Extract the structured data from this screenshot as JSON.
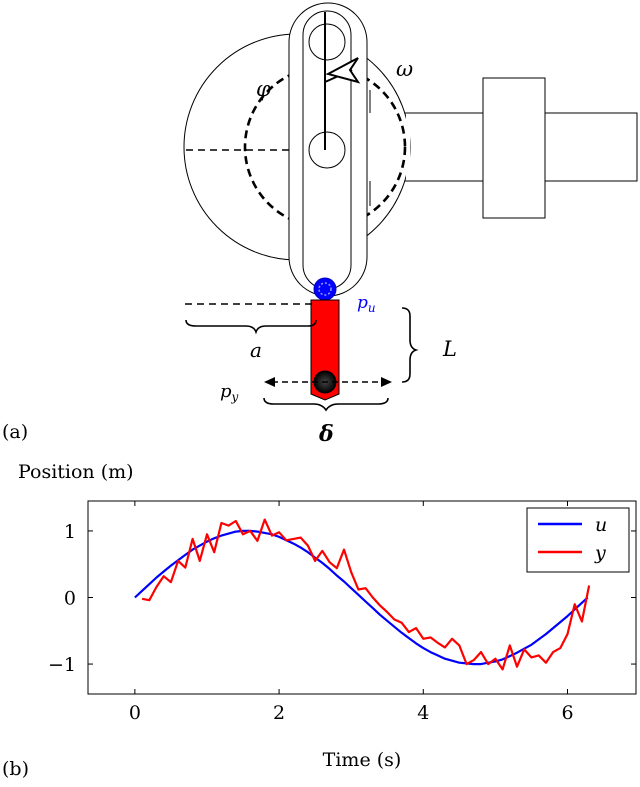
{
  "panel_a": {
    "tag": "(a)",
    "labels": {
      "phi": "φ",
      "omega": "ω",
      "p_u": "p",
      "p_u_sub": "u",
      "a": "a",
      "L": "L",
      "p_y": "p",
      "p_y_sub": "y",
      "delta": "δ"
    }
  },
  "panel_b": {
    "tag": "(b)"
  },
  "chart_data": {
    "type": "line",
    "ylabel": "Position (m)",
    "xlabel": "Time (s)",
    "xlim": [
      -0.65,
      6.95
    ],
    "ylim": [
      -1.45,
      1.45
    ],
    "x_ticks": [
      0,
      2,
      4,
      6
    ],
    "y_ticks": [
      -1,
      0,
      1
    ],
    "x_tick_labels": [
      "0",
      "2",
      "4",
      "6"
    ],
    "y_tick_labels": [
      "−1",
      "0",
      "1"
    ],
    "grid": false,
    "legend_position": "top-right",
    "series": [
      {
        "name": "u",
        "color": "#0000ff",
        "x": [
          0,
          0.1,
          0.2,
          0.3,
          0.4,
          0.5,
          0.6,
          0.7,
          0.8,
          0.9,
          1.0,
          1.1,
          1.2,
          1.3,
          1.4,
          1.5,
          1.6,
          1.7,
          1.8,
          1.9,
          2.0,
          2.1,
          2.2,
          2.3,
          2.4,
          2.5,
          2.6,
          2.7,
          2.8,
          2.9,
          3.0,
          3.1,
          3.2,
          3.3,
          3.4,
          3.5,
          3.6,
          3.7,
          3.8,
          3.9,
          4.0,
          4.1,
          4.2,
          4.3,
          4.4,
          4.5,
          4.6,
          4.7,
          4.8,
          4.9,
          5.0,
          5.1,
          5.2,
          5.3,
          5.4,
          5.5,
          5.6,
          5.7,
          5.8,
          5.9,
          6.0,
          6.1,
          6.2,
          6.28
        ],
        "values": [
          0.0,
          0.1,
          0.2,
          0.3,
          0.39,
          0.48,
          0.56,
          0.64,
          0.72,
          0.78,
          0.84,
          0.89,
          0.93,
          0.96,
          0.99,
          1.0,
          1.0,
          0.99,
          0.97,
          0.95,
          0.91,
          0.86,
          0.81,
          0.75,
          0.68,
          0.6,
          0.52,
          0.43,
          0.33,
          0.24,
          0.14,
          0.04,
          -0.06,
          -0.16,
          -0.26,
          -0.35,
          -0.44,
          -0.53,
          -0.61,
          -0.69,
          -0.76,
          -0.82,
          -0.87,
          -0.92,
          -0.95,
          -0.98,
          -0.99,
          -1.0,
          -1.0,
          -0.98,
          -0.96,
          -0.93,
          -0.88,
          -0.83,
          -0.77,
          -0.71,
          -0.63,
          -0.55,
          -0.46,
          -0.37,
          -0.28,
          -0.18,
          -0.08,
          0.0
        ]
      },
      {
        "name": "y",
        "color": "#ff0000",
        "x": [
          0.1,
          0.2,
          0.3,
          0.4,
          0.5,
          0.6,
          0.7,
          0.8,
          0.9,
          1.0,
          1.1,
          1.2,
          1.3,
          1.4,
          1.5,
          1.6,
          1.7,
          1.8,
          1.9,
          2.0,
          2.1,
          2.2,
          2.3,
          2.4,
          2.5,
          2.6,
          2.7,
          2.8,
          2.9,
          3.0,
          3.1,
          3.2,
          3.3,
          3.4,
          3.5,
          3.6,
          3.7,
          3.8,
          3.9,
          4.0,
          4.1,
          4.2,
          4.3,
          4.4,
          4.5,
          4.6,
          4.7,
          4.8,
          4.9,
          5.0,
          5.1,
          5.2,
          5.3,
          5.4,
          5.5,
          5.6,
          5.7,
          5.8,
          5.9,
          6.0,
          6.1,
          6.2,
          6.3
        ],
        "values": [
          -0.02,
          -0.04,
          0.16,
          0.32,
          0.23,
          0.55,
          0.45,
          0.88,
          0.55,
          0.95,
          0.68,
          1.12,
          1.08,
          1.15,
          0.95,
          1.0,
          0.85,
          1.17,
          0.93,
          0.98,
          0.86,
          0.88,
          0.9,
          0.78,
          0.55,
          0.7,
          0.53,
          0.44,
          0.72,
          0.38,
          0.12,
          0.14,
          0.0,
          -0.12,
          -0.22,
          -0.33,
          -0.38,
          -0.52,
          -0.46,
          -0.62,
          -0.6,
          -0.68,
          -0.75,
          -0.62,
          -0.72,
          -1.0,
          -0.94,
          -0.82,
          -1.0,
          -0.92,
          -1.08,
          -0.72,
          -1.04,
          -0.78,
          -0.9,
          -0.87,
          -0.98,
          -0.82,
          -0.76,
          -0.55,
          -0.1,
          -0.36,
          0.18
        ]
      }
    ]
  }
}
